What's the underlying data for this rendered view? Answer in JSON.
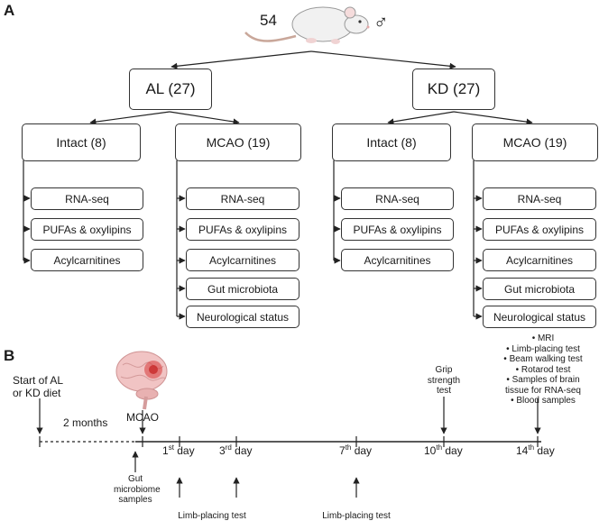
{
  "panel_a": {
    "label": "A",
    "total": "54",
    "sex_symbol": "♂",
    "groups": [
      {
        "title": "AL (27)",
        "subgroups": [
          {
            "title": "Intact (8)",
            "items": [
              "RNA-seq",
              "PUFAs & oxylipins",
              "Acylcarnitines"
            ]
          },
          {
            "title": "MCAO (19)",
            "items": [
              "RNA-seq",
              "PUFAs & oxylipins",
              "Acylcarnitines",
              "Gut microbiota",
              "Neurological status"
            ]
          }
        ]
      },
      {
        "title": "KD (27)",
        "subgroups": [
          {
            "title": "Intact (8)",
            "items": [
              "RNA-seq",
              "PUFAs & oxylipins",
              "Acylcarnitines"
            ]
          },
          {
            "title": "MCAO (19)",
            "items": [
              "RNA-seq",
              "PUFAs & oxylipins",
              "Acylcarnitines",
              "Gut microbiota",
              "Neurological status"
            ]
          }
        ]
      }
    ]
  },
  "panel_b": {
    "label": "B",
    "start_line1": "Start of AL",
    "start_line2": "or KD diet",
    "mcao": "MCAO",
    "duration": "2 months",
    "gut_line1": "Gut",
    "gut_line2": "microbiome",
    "gut_line3": "samples",
    "day1": {
      "n": "1",
      "sup": "st",
      "word": " day"
    },
    "day3": {
      "n": "3",
      "sup": "rd",
      "word": " day"
    },
    "day7": {
      "n": "7",
      "sup": "th",
      "word": " day"
    },
    "day10": {
      "n": "10",
      "sup": "th",
      "word": " day"
    },
    "day14": {
      "n": "14",
      "sup": "th",
      "word": " day"
    },
    "limb_test_day1": "Limb-placing test",
    "limb_test_day7": "Limb-placing test",
    "grip_line1": "Grip",
    "grip_line2": "strength",
    "grip_line3": "test",
    "day14_list": [
      "MRI",
      "Limb-placing test",
      "Beam walking test",
      "Rotarod test",
      "Samples of brain",
      "tissue for RNA-seq",
      "Blood samples"
    ]
  }
}
